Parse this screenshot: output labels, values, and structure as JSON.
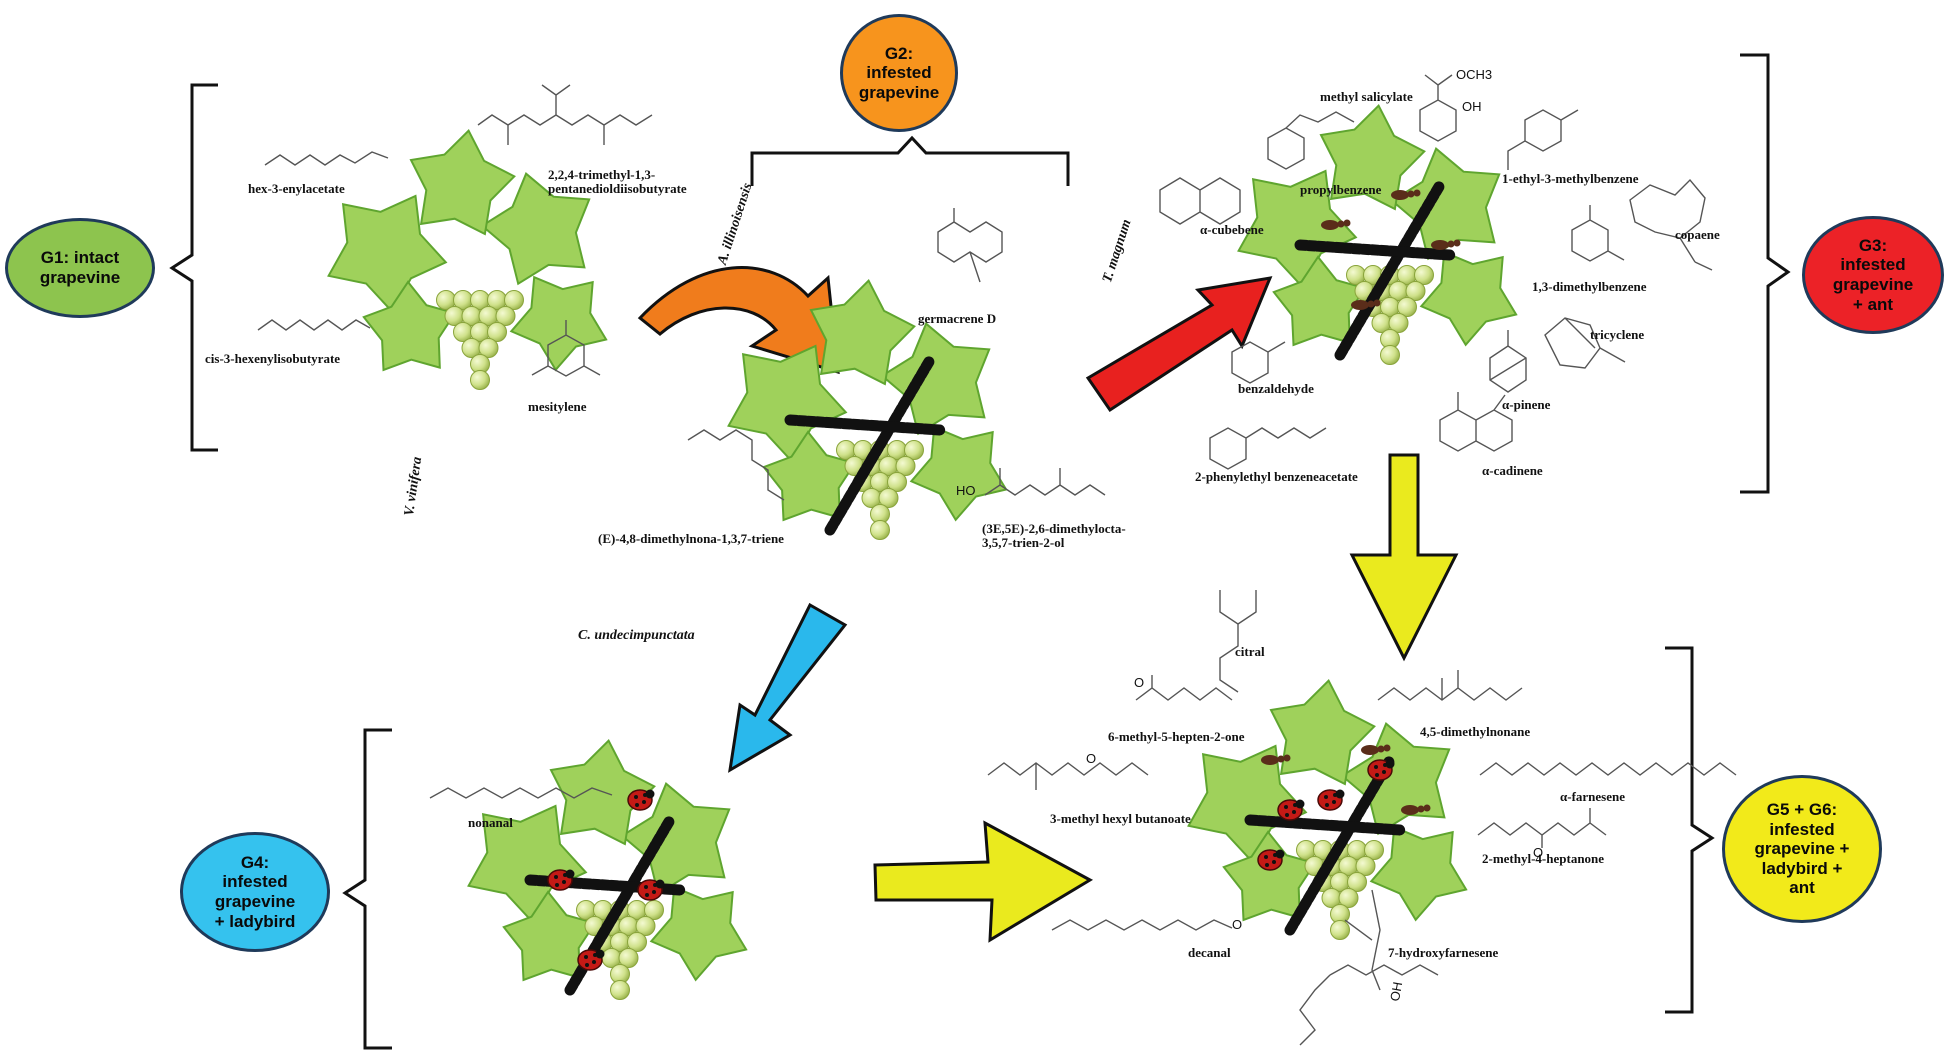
{
  "groups": {
    "g1": {
      "label": "G1: intact\ngrapevine",
      "color": "#8dc44e"
    },
    "g2": {
      "label": "G2:\ninfested\ngrapevine",
      "color": "#f7941d"
    },
    "g3": {
      "label": "G3:\ninfested\ngrapevine\n+ ant",
      "color": "#ec2227"
    },
    "g4": {
      "label": "G4:\ninfested\ngrapevine\n+ ladybird",
      "color": "#35c2ee"
    },
    "g56": {
      "label": "G5 + G6:\ninfested\ngrapevine +\nladybird +\nant",
      "color": "#f2ea1a"
    }
  },
  "species": {
    "vitis": "V. vinifera",
    "mealybug": "A. illinoisensis",
    "ant": "T. magnum",
    "ladybird": "C. undecimpunctata"
  },
  "compounds": {
    "g1": [
      "hex-3-enylacetate",
      "2,2,4-trimethyl-1,3-pentanedioldiisobutyrate",
      "cis-3-hexenylisobutyrate",
      "mesitylene"
    ],
    "g2": [
      "germacrene D",
      "(E)-4,8-dimethylnona-1,3,7-triene",
      "(3E,5E)-2,6-dimethylocta-3,5,7-trien-2-ol"
    ],
    "g3": [
      "methyl salicylate",
      "propylbenzene",
      "1-ethyl-3-methylbenzene",
      "α-cubebene",
      "copaene",
      "1,3-dimethylbenzene",
      "tricyclene",
      "benzaldehyde",
      "α-pinene",
      "2-phenylethyl benzeneacetate",
      "α-cadinene"
    ],
    "g4": [
      "nonanal"
    ],
    "g56": [
      "citral",
      "6-methyl-5-hepten-2-one",
      "4,5-dimethylnonane",
      "α-farnesene",
      "3-methyl hexyl butanoate",
      "2-methyl-4-heptanone",
      "decanal",
      "7-hydroxyfarnesene"
    ]
  },
  "struct_text": {
    "och3": "OCH3",
    "oh": "OH",
    "ho": "HO",
    "o": "O"
  },
  "colors": {
    "leaf": "#5fa52f",
    "leaf_light": "#9fd15b",
    "grape": "#d8e89a",
    "insect": "#111111",
    "arrow_orange": "#f07c1c",
    "arrow_red": "#e8211f",
    "arrow_blue": "#2ab8ec",
    "arrow_yellow": "#eaea1e"
  }
}
